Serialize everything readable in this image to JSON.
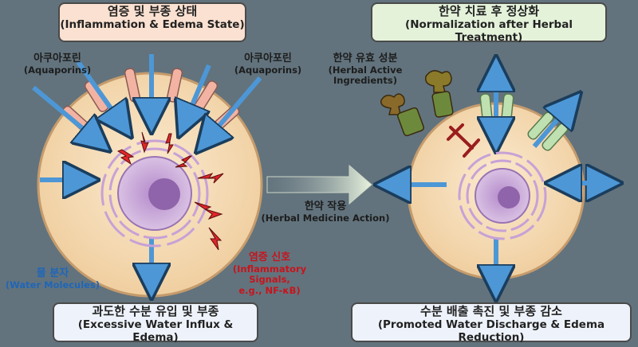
{
  "left": {
    "title_ko": "염증 및 부종 상태",
    "title_en": "(Inflammation & Edema State)",
    "aquaporin_left_ko": "아쿠아포린",
    "aquaporin_left_en": "(Aquaporins)",
    "aquaporin_right_ko": "아쿠아포린",
    "aquaporin_right_en": "(Aquaporins)",
    "water_ko": "물 분자",
    "water_en": "(Water Molecules)",
    "signal_ko": "염증 신호",
    "signal_en1": "(Inflammatory Signals,",
    "signal_en2": "e.g., NF-κB)",
    "bottom_ko": "과도한 수분 유입 및 부종",
    "bottom_en": "(Excessive Water Influx & Edema)"
  },
  "middle": {
    "action_ko": "한약 작용",
    "action_en": "(Herbal Medicine Action)"
  },
  "right": {
    "title_ko": "한약 치료 후 정상화",
    "title_en": "(Normalization after Herbal Treatment)",
    "ingredient_ko": "한약 유효 성분",
    "ingredient_en1": "(Herbal Active",
    "ingredient_en2": "Ingredients)",
    "bottom_ko": "수분 배출 촉진 및 부종 감소",
    "bottom_en": "(Promoted Water Discharge & Edema Reduction)"
  },
  "colors": {
    "background": "#62737d",
    "cell_fill": "#f6dcb0",
    "cell_border": "#caa074",
    "nucleus": "#a77fc0",
    "water_arrow": "#4d97d6",
    "signal_red": "#e0262a",
    "left_title_bg": "#fbe1d1",
    "right_title_bg": "#e4f2da",
    "left_bottom_bg": "#eef3fb",
    "right_bottom_bg": "#eef3fb",
    "signal_text": "#c8141c",
    "water_text": "#1f66b8"
  }
}
